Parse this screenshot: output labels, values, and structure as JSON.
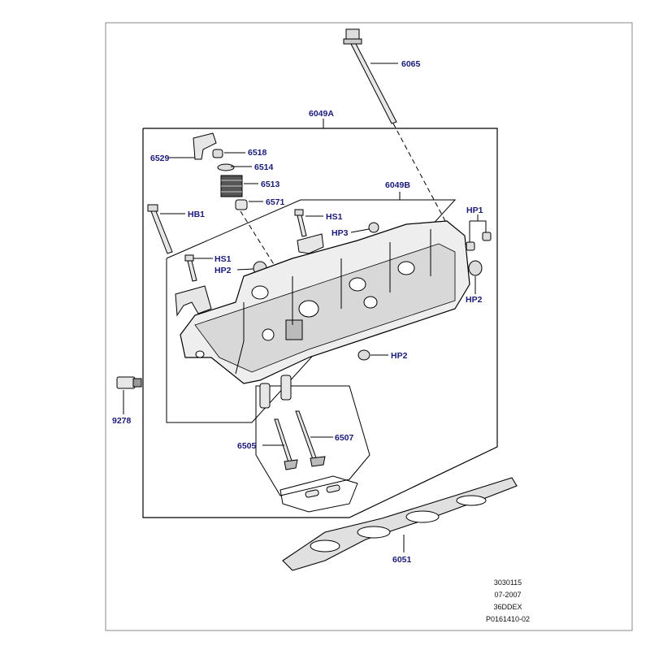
{
  "diagram": {
    "callouts": {
      "c6065": "6065",
      "c6049A": "6049A",
      "c6518": "6518",
      "c6529": "6529",
      "c6514": "6514",
      "c6513": "6513",
      "c6049B": "6049B",
      "c6571": "6571",
      "cHB1": "HB1",
      "cHS1a": "HS1",
      "cHP1": "HP1",
      "cHP3": "HP3",
      "cHS1b": "HS1",
      "cHP2a": "HP2",
      "cHP2b": "HP2",
      "cHP2c": "HP2",
      "c9278": "9278",
      "c6505": "6505",
      "c6507": "6507",
      "c6051": "6051"
    },
    "footer": {
      "line1": "3030115",
      "line2": "07-2007",
      "line3": "36DDEX",
      "line4": "P0161410-02"
    }
  },
  "colors": {
    "border": "#000000",
    "callout_text": "#1a1a7a",
    "part_fill": "#e6e6e6",
    "part_dark": "#444444"
  }
}
